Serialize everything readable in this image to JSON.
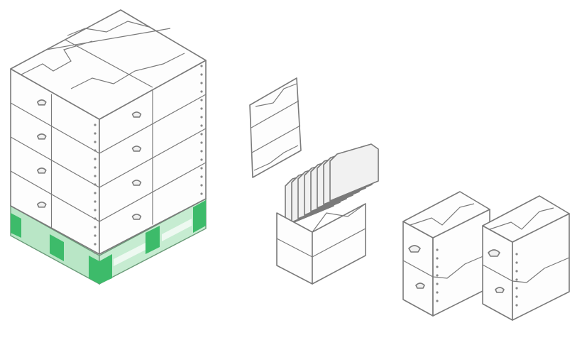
{
  "colors": {
    "stroke": "#7a7a7a",
    "pallet_green": "#3dbb6a",
    "pallet_green_light": "#b9e6c6",
    "box_fill": "#fdfdfd"
  },
  "illustrations": [
    {
      "name": "pallet-stack-of-folding-boxes"
    },
    {
      "name": "flat-box-panel-and-box-with-dividers"
    },
    {
      "name": "two-assembled-boxes"
    }
  ]
}
